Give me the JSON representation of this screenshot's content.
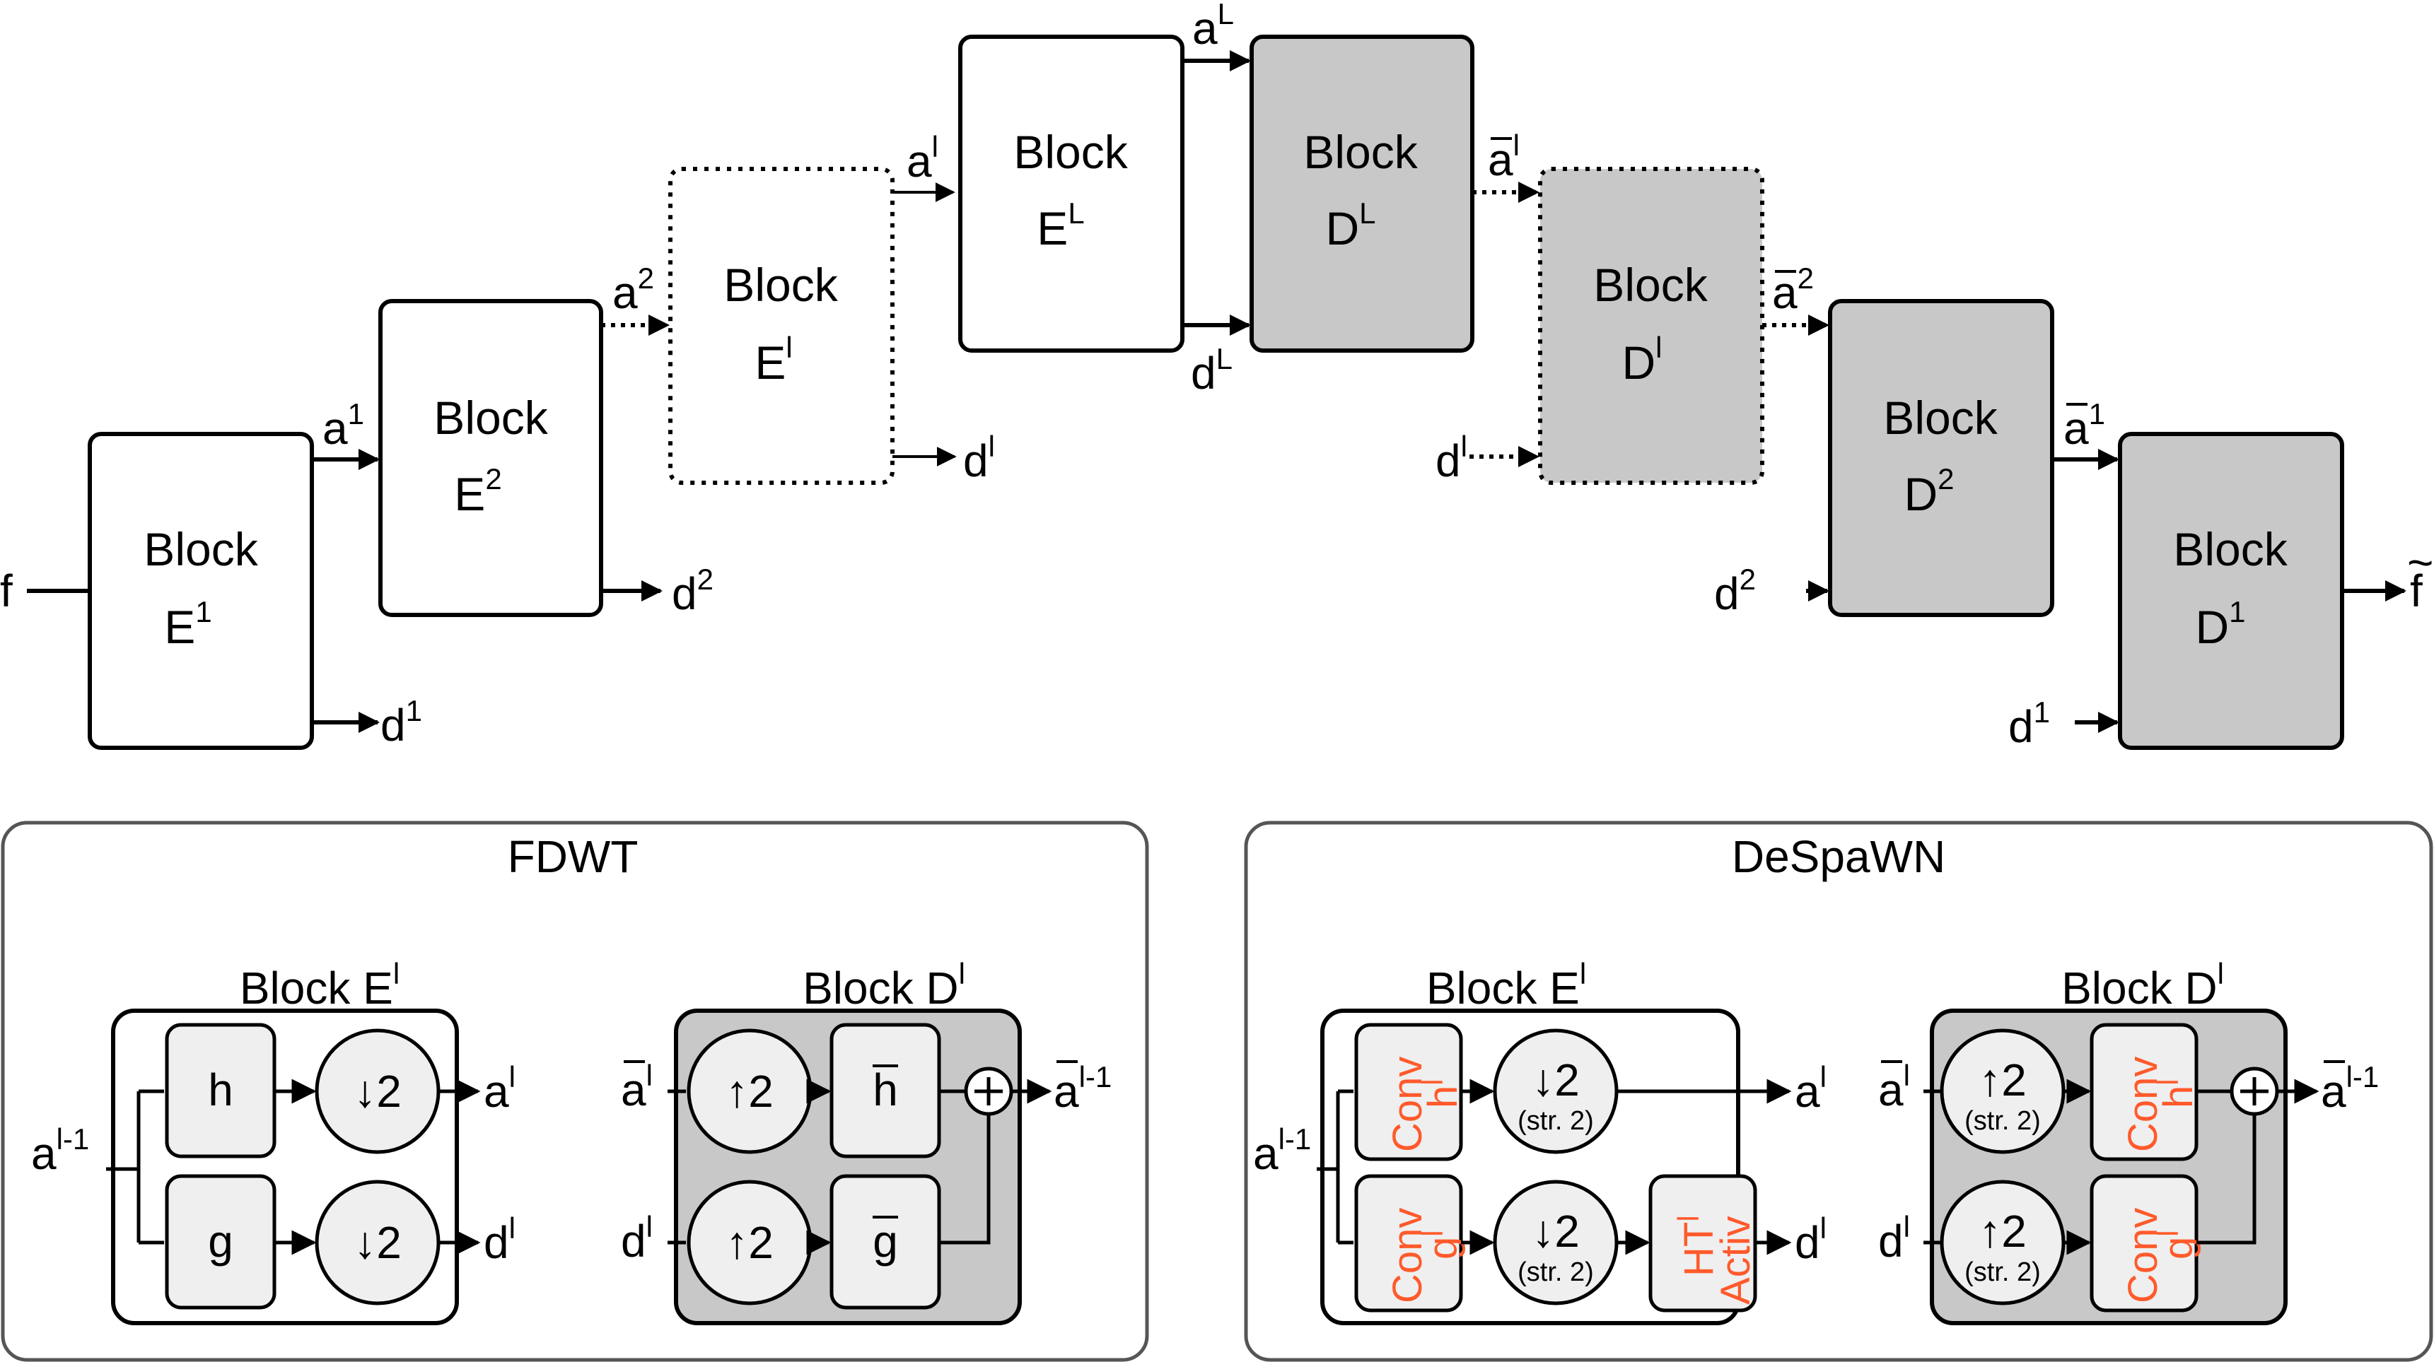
{
  "colors": {
    "encoder_fill": "#ffffff",
    "decoder_fill": "#c8c8c8",
    "inner_fill": "#efefef",
    "panel_stroke": "#555555",
    "conv_text": "#ff5a2c"
  },
  "top": {
    "input": "f",
    "output": "f",
    "output_accent": "~",
    "block_word": "Block",
    "encoders": [
      {
        "letter": "E",
        "sup": "1"
      },
      {
        "letter": "E",
        "sup": "2"
      },
      {
        "letter": "E",
        "sup": "l"
      },
      {
        "letter": "E",
        "sup": "L"
      }
    ],
    "decoders": [
      {
        "letter": "D",
        "sup": "L"
      },
      {
        "letter": "D",
        "sup": "l"
      },
      {
        "letter": "D",
        "sup": "2"
      },
      {
        "letter": "D",
        "sup": "1"
      }
    ],
    "signal_a": "a",
    "signal_d": "d",
    "sups": {
      "s1": "1",
      "s2": "2",
      "sl": "l",
      "sL": "L"
    }
  },
  "fdwt": {
    "title": "FDWT",
    "enc_title": "Block E",
    "dec_title": "Block D",
    "title_sup": "l",
    "h": "h",
    "g": "g",
    "h_bar": "h",
    "g_bar": "g",
    "down": "↓2",
    "up": "↑2",
    "in_a": "a",
    "in_sup": "l-1",
    "out_a": "a",
    "out_d": "d",
    "out_sup": "l",
    "dec_in_a": "a",
    "dec_in_d": "d",
    "dec_in_sup": "l",
    "dec_out": "a",
    "dec_out_sup": "l-1",
    "plus": "+"
  },
  "despawn": {
    "title": "DeSpaWN",
    "enc_title": "Block E",
    "dec_title": "Block D",
    "title_sup": "l",
    "conv": "Conv",
    "conv_h": "h",
    "conv_g": "g",
    "conv_sup": "l",
    "ht": "HT",
    "ht_sup": "l",
    "activ": "Activ",
    "down": "↓2",
    "up": "↑2",
    "stride": "(str. 2)",
    "in_a": "a",
    "in_sup": "l-1",
    "out_a": "a",
    "out_d": "d",
    "out_sup": "l",
    "dec_in_a": "a",
    "dec_in_d": "d",
    "dec_in_sup": "l",
    "dec_out": "a",
    "dec_out_sup": "l-1",
    "plus": "+"
  }
}
